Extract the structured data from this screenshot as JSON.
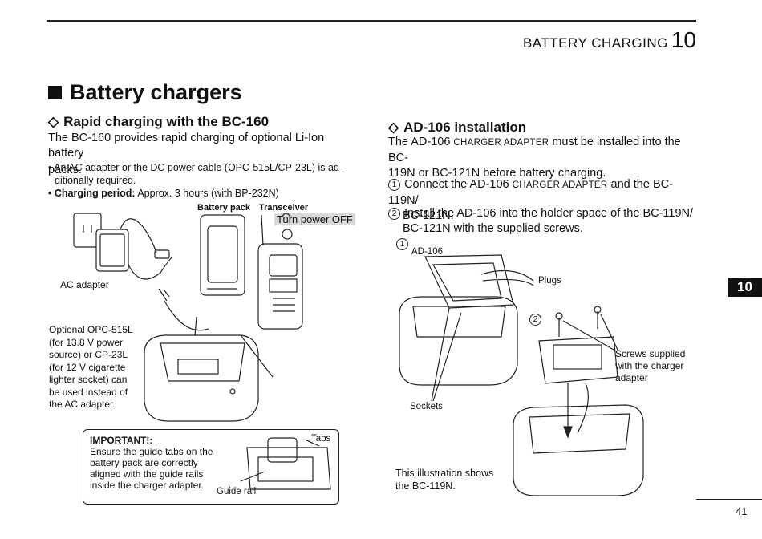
{
  "header": {
    "section_title": "BATTERY CHARGING",
    "chapter_number": "10"
  },
  "page_title": "Battery chargers",
  "left": {
    "heading": "Rapid charging with the BC-160",
    "intro_line1": "The BC-160 provides rapid charging of optional Li-Ion battery",
    "intro_line2": "packs.",
    "bullet1_line1": "• An AC adapter or the DC power cable (OPC-515L/CP-23L) is ad-",
    "bullet1_line2": "ditionally required.",
    "bullet2_label": "• Charging period:",
    "bullet2_value": " Approx. 3 hours (with BP-232N)",
    "labels": {
      "battery_pack": "Battery pack",
      "transceiver": "Transceiver",
      "turn_power_off": "Turn power OFF",
      "ac_adapter": "AC adapter",
      "optional_lines": [
        "Optional OPC-515L",
        "(for 13.8 V power",
        "source) or CP-23L",
        "(for 12 V cigarette",
        "lighter socket) can",
        "be used instead of",
        "the AC adapter."
      ]
    },
    "important": {
      "title": "IMPORTANT!:",
      "lines": [
        "Ensure the guide tabs on the",
        "battery pack are correctly",
        "aligned with the guide rails",
        "inside the charger adapter."
      ],
      "tabs": "Tabs",
      "guide_rail": "Guide rail"
    }
  },
  "right": {
    "heading": "AD-106 installation",
    "intro_a": "The AD-106 ",
    "intro_sc": "CHARGER ADAPTER",
    "intro_b": " must be installed into the BC-",
    "intro_line2": "119N or BC-121N before battery charging.",
    "step1_num": "1",
    "step1_a": "Connect the AD-106 ",
    "step1_sc": "CHARGER ADAPTER",
    "step1_b": " and the BC-119N/",
    "step1_line2": "BC-121N.",
    "step2_num": "2",
    "step2_line1": "Install the AD-106 into the holder space of the BC-119N/",
    "step2_line2": "BC-121N with the supplied screws.",
    "labels": {
      "fig1": "1",
      "fig2": "2",
      "ad106": "AD-106",
      "plugs": "Plugs",
      "sockets": "Sockets",
      "screws_lines": [
        "Screws supplied",
        "with the charger",
        "adapter"
      ],
      "illustration_lines": [
        "This illustration shows",
        "the BC-119N."
      ]
    }
  },
  "side_tab": "10",
  "page_number": "41"
}
